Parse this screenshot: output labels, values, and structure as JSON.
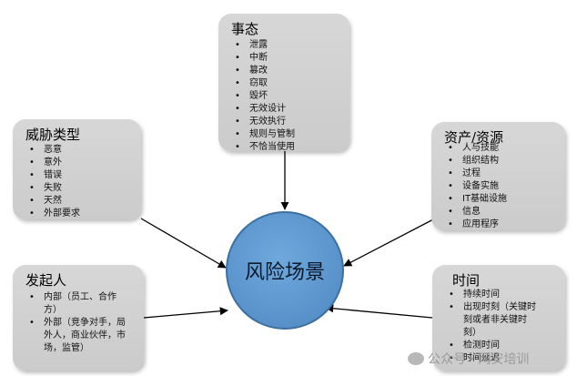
{
  "center": {
    "label": "风险场景"
  },
  "boxes": {
    "event": {
      "title": "事态",
      "items": [
        "泄露",
        "中断",
        "篡改",
        "窃取",
        "毁坏",
        "无效设计",
        "无效执行",
        "规则与管制",
        "不恰当使用"
      ]
    },
    "threat_type": {
      "title": "威胁类型",
      "items": [
        "恶意",
        "意外",
        "错误",
        "失败",
        "天然",
        "外部要求"
      ]
    },
    "assets": {
      "title": "资产/资源",
      "items": [
        "人与技能",
        "组织结构",
        "过程",
        "设备实施",
        "IT基础设施",
        "信息",
        "应用程序"
      ]
    },
    "initiator": {
      "title": "发起人",
      "items": [
        "内部（员工、合作方）",
        "外部（竞争对手，局外人，商业伙伴，市场，监管）"
      ]
    },
    "time": {
      "title": "时间",
      "items": [
        "持续时间",
        "出现时刻（关键时刻或者非关键时刻）",
        "检测时间",
        "时间延迟"
      ]
    }
  },
  "watermark": {
    "text": "公众号 · 网安培训"
  },
  "colors": {
    "box_fill": "#cfcfcf",
    "center_fill": "#5b95cc",
    "arrow": "#000000"
  }
}
